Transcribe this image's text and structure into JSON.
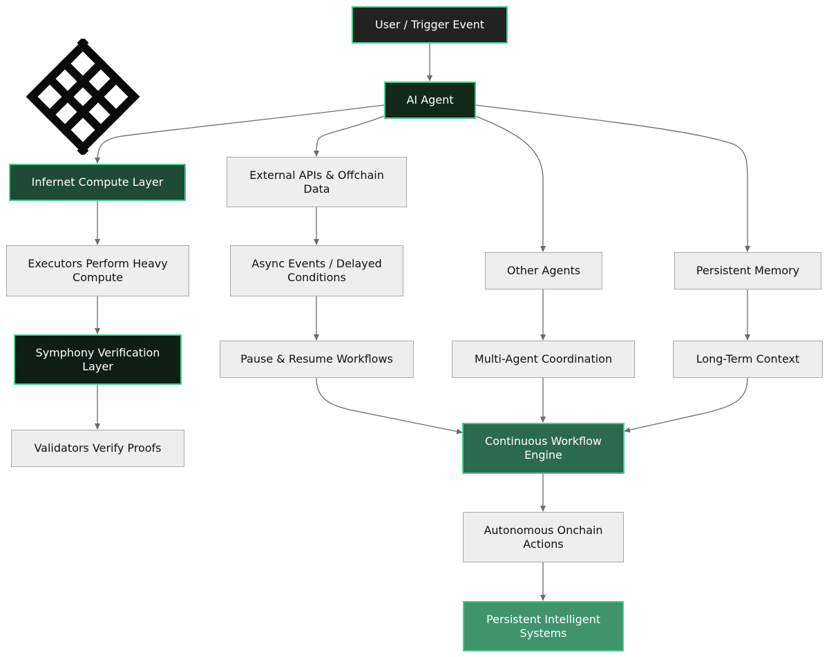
{
  "diagram": {
    "nodes": {
      "trigger": "User / Trigger Event",
      "agent": "AI Agent",
      "compute": "Infernet Compute Layer",
      "apis": "External APIs & Offchain\nData",
      "other_agents": "Other Agents",
      "memory": "Persistent Memory",
      "executors": "Executors Perform Heavy\nCompute",
      "async": "Async Events / Delayed\nConditions",
      "symphony": "Symphony Verification\nLayer",
      "pause": "Pause & Resume Workflows",
      "multi_agent": "Multi-Agent Coordination",
      "long_term": "Long-Term Context",
      "validators": "Validators Verify Proofs",
      "engine": "Continuous Workflow\nEngine",
      "actions": "Autonomous Onchain\nActions",
      "systems": "Persistent Intelligent\nSystems"
    },
    "logo_icon": "interlaced-knot-logo",
    "colors": {
      "edge": "#6b6b6b",
      "accent_border": "#3fcf8e",
      "light_fill": "#eeeeee"
    }
  }
}
